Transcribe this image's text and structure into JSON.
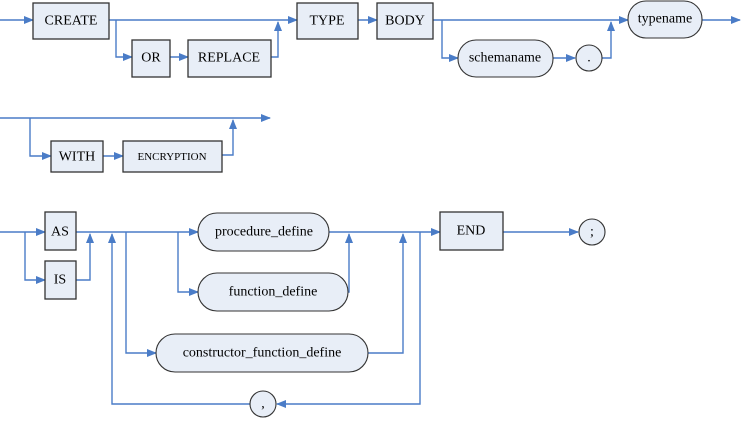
{
  "diagram": {
    "keywords": {
      "create": "CREATE",
      "or": "OR",
      "replace": "REPLACE",
      "type": "TYPE",
      "body": "BODY",
      "with": "WITH",
      "encryption": "ENCRYPTION",
      "as": "AS",
      "is": "IS",
      "end": "END"
    },
    "nonterminals": {
      "schemaname": "schemaname",
      "typename": "typename",
      "procedure_define": "procedure_define",
      "function_define": "function_define",
      "constructor_function_define": "constructor_function_define"
    },
    "symbols": {
      "dot": ".",
      "comma": ",",
      "semicolon": ";"
    },
    "colors": {
      "line": "#4a7cc7",
      "fill": "#e8eef7"
    }
  }
}
